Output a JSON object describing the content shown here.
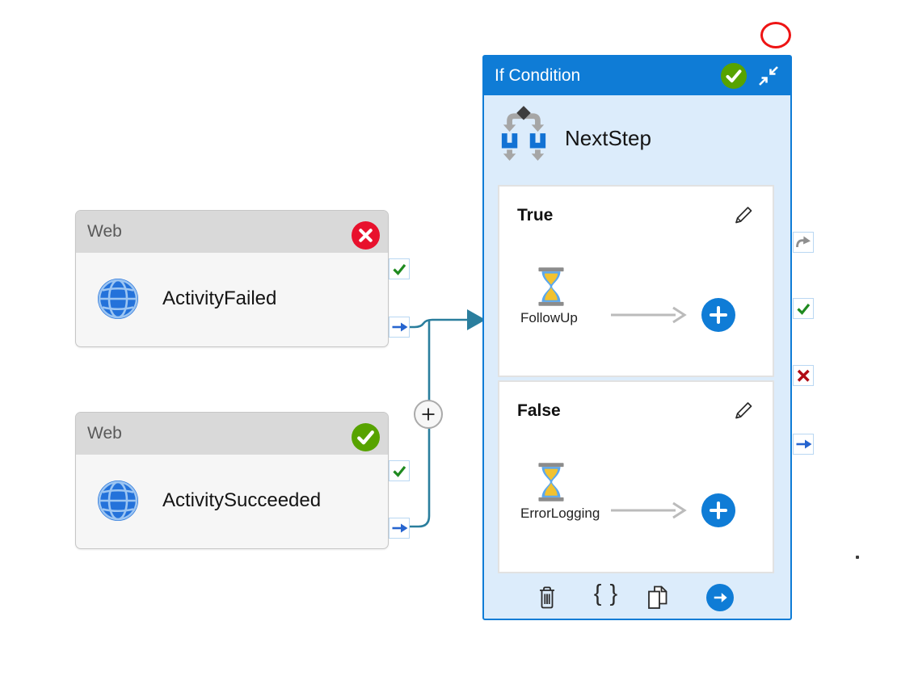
{
  "web_activities": [
    {
      "type_label": "Web",
      "name": "ActivityFailed",
      "status": "failed"
    },
    {
      "type_label": "Web",
      "name": "ActivitySucceeded",
      "status": "succeeded"
    }
  ],
  "if_condition": {
    "title": "If Condition",
    "status": "succeeded",
    "name": "NextStep",
    "branches": [
      {
        "label": "True",
        "activity_name": "FollowUp",
        "activity_type": "wait"
      },
      {
        "label": "False",
        "activity_name": "ErrorLogging",
        "activity_type": "wait"
      }
    ],
    "toolbar": {
      "braces_glyph": "{ }"
    }
  },
  "colors": {
    "accent_blue": "#0f7cd6",
    "panel_bg": "#dcecfb",
    "connector_teal": "#2a7e9d",
    "success_green": "#1f8a1f",
    "error_red": "#b00b15",
    "badge_red": "#e8112d",
    "badge_green": "#57a300"
  }
}
